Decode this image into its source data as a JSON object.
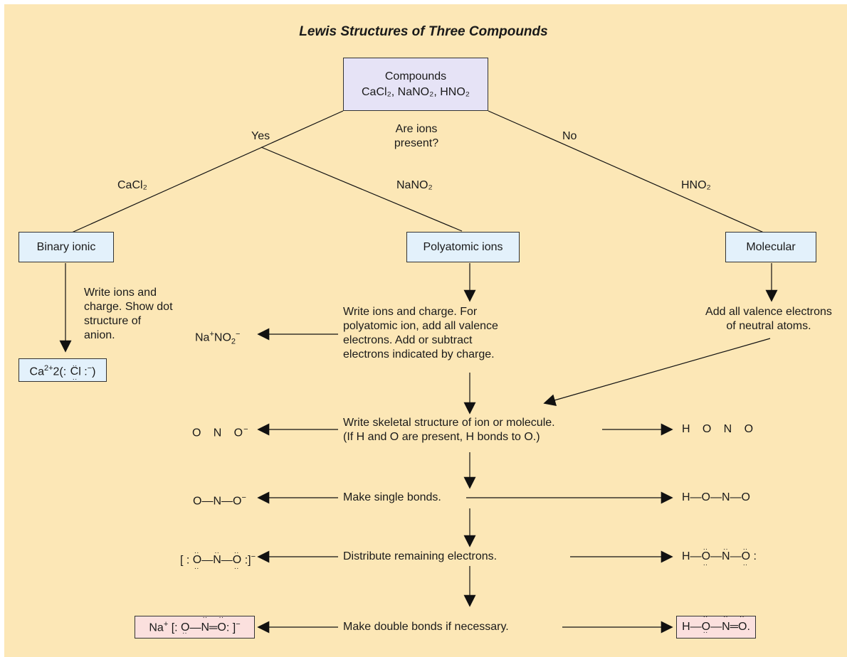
{
  "title": "Lewis Structures of Three Compounds",
  "root": {
    "line1": "Compounds",
    "line2": "CaCl₂, NaNO₂, HNO₂"
  },
  "question": "Are ions present?",
  "question_lines": [
    "Are ions",
    "present?"
  ],
  "yes": "Yes",
  "no": "No",
  "branch_labels": {
    "cacl2": "CaCl₂",
    "nano2": "NaNO₂",
    "hno2": "HNO₂"
  },
  "categories": {
    "binary": "Binary ionic",
    "poly": "Polyatomic ions",
    "molecular": "Molecular"
  },
  "steps": {
    "binary_write": [
      "Write ions and",
      "charge. Show dot",
      "structure of",
      "anion."
    ],
    "poly_write": [
      "Write ions and charge. For",
      "polyatomic ion, add all valence",
      "electrons. Add or subtract",
      "electrons indicated by charge."
    ],
    "mol_add": [
      "Add all valence electrons",
      "of neutral atoms."
    ],
    "skeletal": [
      "Write skeletal structure of ion or molecule.",
      "(If H and O are present, H bonds to O.)"
    ],
    "single": "Make single bonds.",
    "distribute": "Distribute remaining electrons.",
    "double": "Make double bonds if necessary."
  },
  "results": {
    "cacl2_final": "Ca²⁺2(:C̈l:⁻)",
    "nano2_ions": "Na⁺NO₂⁻",
    "skel_left": "O   N   O⁻",
    "skel_right": "H   O   N   O",
    "single_left": "O—N—O⁻",
    "single_right": "H—O—N—O",
    "dist_left": "[:O—N—O:]⁻",
    "dist_right": "H—O—N—O:",
    "double_left": "Na⁺ [:O—N═O:]⁻",
    "double_right": "H—O—N═O"
  }
}
